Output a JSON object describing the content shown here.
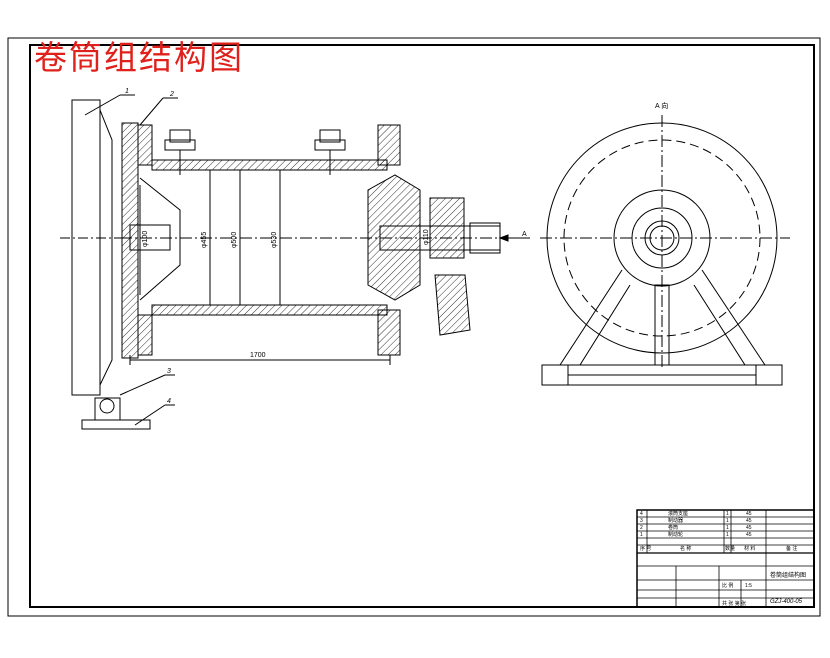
{
  "drawing": {
    "title": "卷筒组结构图",
    "view_label": "A 向",
    "arrow_label": "A",
    "part_numbers": [
      "1",
      "2",
      "3",
      "4"
    ],
    "dimensions": {
      "bore": "φ100",
      "d1": "φ455",
      "d2": "φ500",
      "d3": "φ530",
      "shaft": "φ110",
      "length": "1700"
    }
  },
  "title_block": {
    "parts_list": [
      {
        "no": "4",
        "name": "滚筒支座",
        "qty": "1",
        "material": "45"
      },
      {
        "no": "3",
        "name": "制动器",
        "qty": "1",
        "material": "45"
      },
      {
        "no": "2",
        "name": "卷筒",
        "qty": "1",
        "material": "45"
      },
      {
        "no": "1",
        "name": "制动轮",
        "qty": "1",
        "material": "45"
      }
    ],
    "header_cells": [
      "序 号",
      "名 称",
      "数量",
      "材 料",
      "备 注"
    ],
    "drawing_name": "卷筒组结构图",
    "drawing_no": "GZJ-400-05",
    "scale_label": "比 例",
    "scale_value": "1:5",
    "sheet_label": "共 张 第 张"
  }
}
